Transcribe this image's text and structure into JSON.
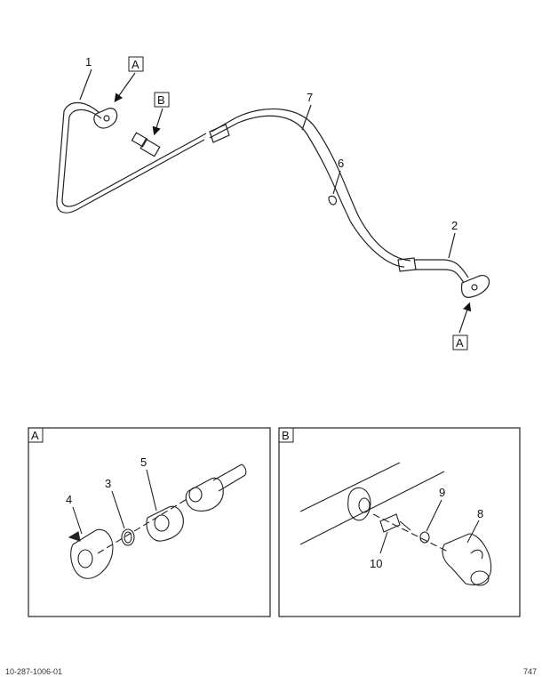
{
  "main_view": {
    "callouts": [
      "1",
      "7",
      "6",
      "2"
    ],
    "view_refs": [
      "A",
      "B",
      "A"
    ]
  },
  "detail_a": {
    "label": "A",
    "callouts": [
      "4",
      "3",
      "5"
    ]
  },
  "detail_b": {
    "label": "B",
    "callouts": [
      "9",
      "8",
      "10"
    ]
  },
  "footer": {
    "left": "10-287-1006-01",
    "right": "747"
  }
}
